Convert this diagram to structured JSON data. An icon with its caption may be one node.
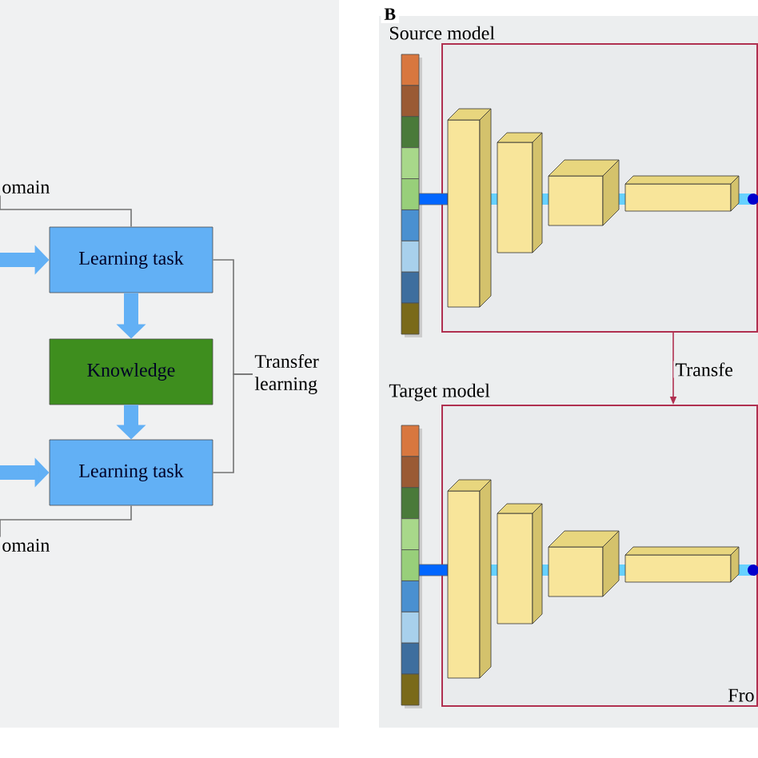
{
  "diagram": {
    "nodes": [
      {
        "text": [
          "omain"
        ]
      },
      {
        "text": [
          "Learning task"
        ]
      },
      {
        "text": [
          "Knowledge"
        ]
      },
      {
        "text": [
          "Learning task"
        ]
      },
      {
        "text": [
          "omain"
        ]
      },
      {
        "text": [
          "Transfer learning"
        ]
      },
      {
        "text": [
          "Source model"
        ]
      },
      {
        "text": [
          "Target model",
          "Fro"
        ]
      }
    ],
    "edges": [
      {
        "from": null,
        "to": 1,
        "arrow": "to",
        "style": "thick",
        "color": "#62b0f5"
      },
      {
        "from": 1,
        "to": 2,
        "arrow": "to",
        "style": "thick",
        "color": "#62b0f5"
      },
      {
        "from": 2,
        "to": 3,
        "arrow": "to",
        "style": "thick",
        "color": "#62b0f5"
      },
      {
        "from": null,
        "to": 3,
        "arrow": "to",
        "style": "thick",
        "color": "#62b0f5"
      },
      {
        "from": 0,
        "to": 1,
        "arrow": "none",
        "color": "#737373"
      },
      {
        "from": 4,
        "to": 3,
        "arrow": "none",
        "color": "#737373"
      },
      {
        "from": 1,
        "to": 5,
        "arrow": "none",
        "color": "#737373"
      },
      {
        "from": 3,
        "to": 5,
        "arrow": "none",
        "color": "#737373"
      },
      {
        "from": 6,
        "to": 7,
        "arrow": "to",
        "label": "Transfe",
        "color": "#b03050"
      }
    ],
    "labels": [
      "B"
    ]
  }
}
